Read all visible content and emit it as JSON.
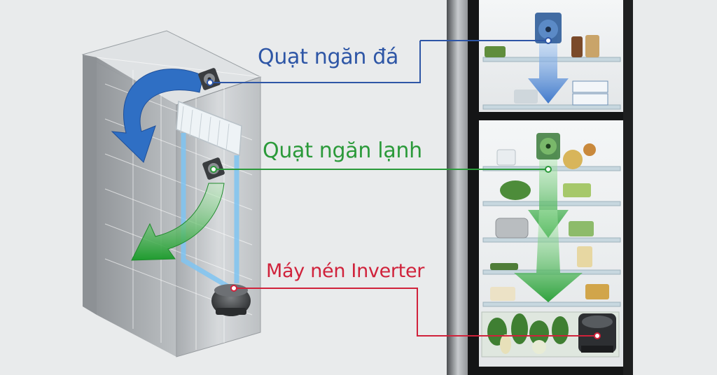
{
  "labels": {
    "freezer_fan": "Quạt ngăn đá",
    "fridge_fan": "Quạt ngăn lạnh",
    "compressor": "Máy nén Inverter"
  },
  "colors": {
    "background": "#e9ebec",
    "freezer_fan": "#2e56a6",
    "fridge_fan": "#2b9a3a",
    "compressor": "#d0223b",
    "airflow_blue": "#2f6fc4",
    "airflow_green": "#2fa23f",
    "duct": "#7fc4f2"
  },
  "icons": {
    "freezer_fan": "fan-icon",
    "fridge_fan": "fan-icon",
    "compressor": "compressor-icon"
  }
}
